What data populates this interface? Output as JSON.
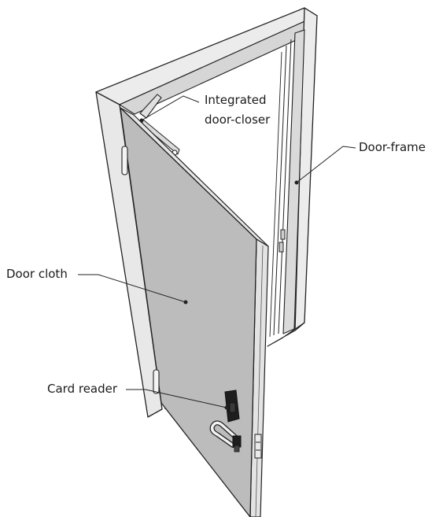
{
  "labels": {
    "integrated_closer_line1": "Integrated",
    "integrated_closer_line2": "door-closer",
    "door_frame": "Door-frame",
    "door_cloth": "Door cloth",
    "card_reader": "Card reader"
  },
  "icons": {
    "door": "open-door-illustration",
    "card_reader": "card-reader-icon",
    "handle": "door-handle-icon"
  },
  "colors": {
    "frame_face": "#ececec",
    "frame_side": "#d8d8d8",
    "door_face": "#bcbcbc",
    "door_edge": "#e6e6e6",
    "outline": "#222222",
    "hardware": "#1e1e1e"
  }
}
